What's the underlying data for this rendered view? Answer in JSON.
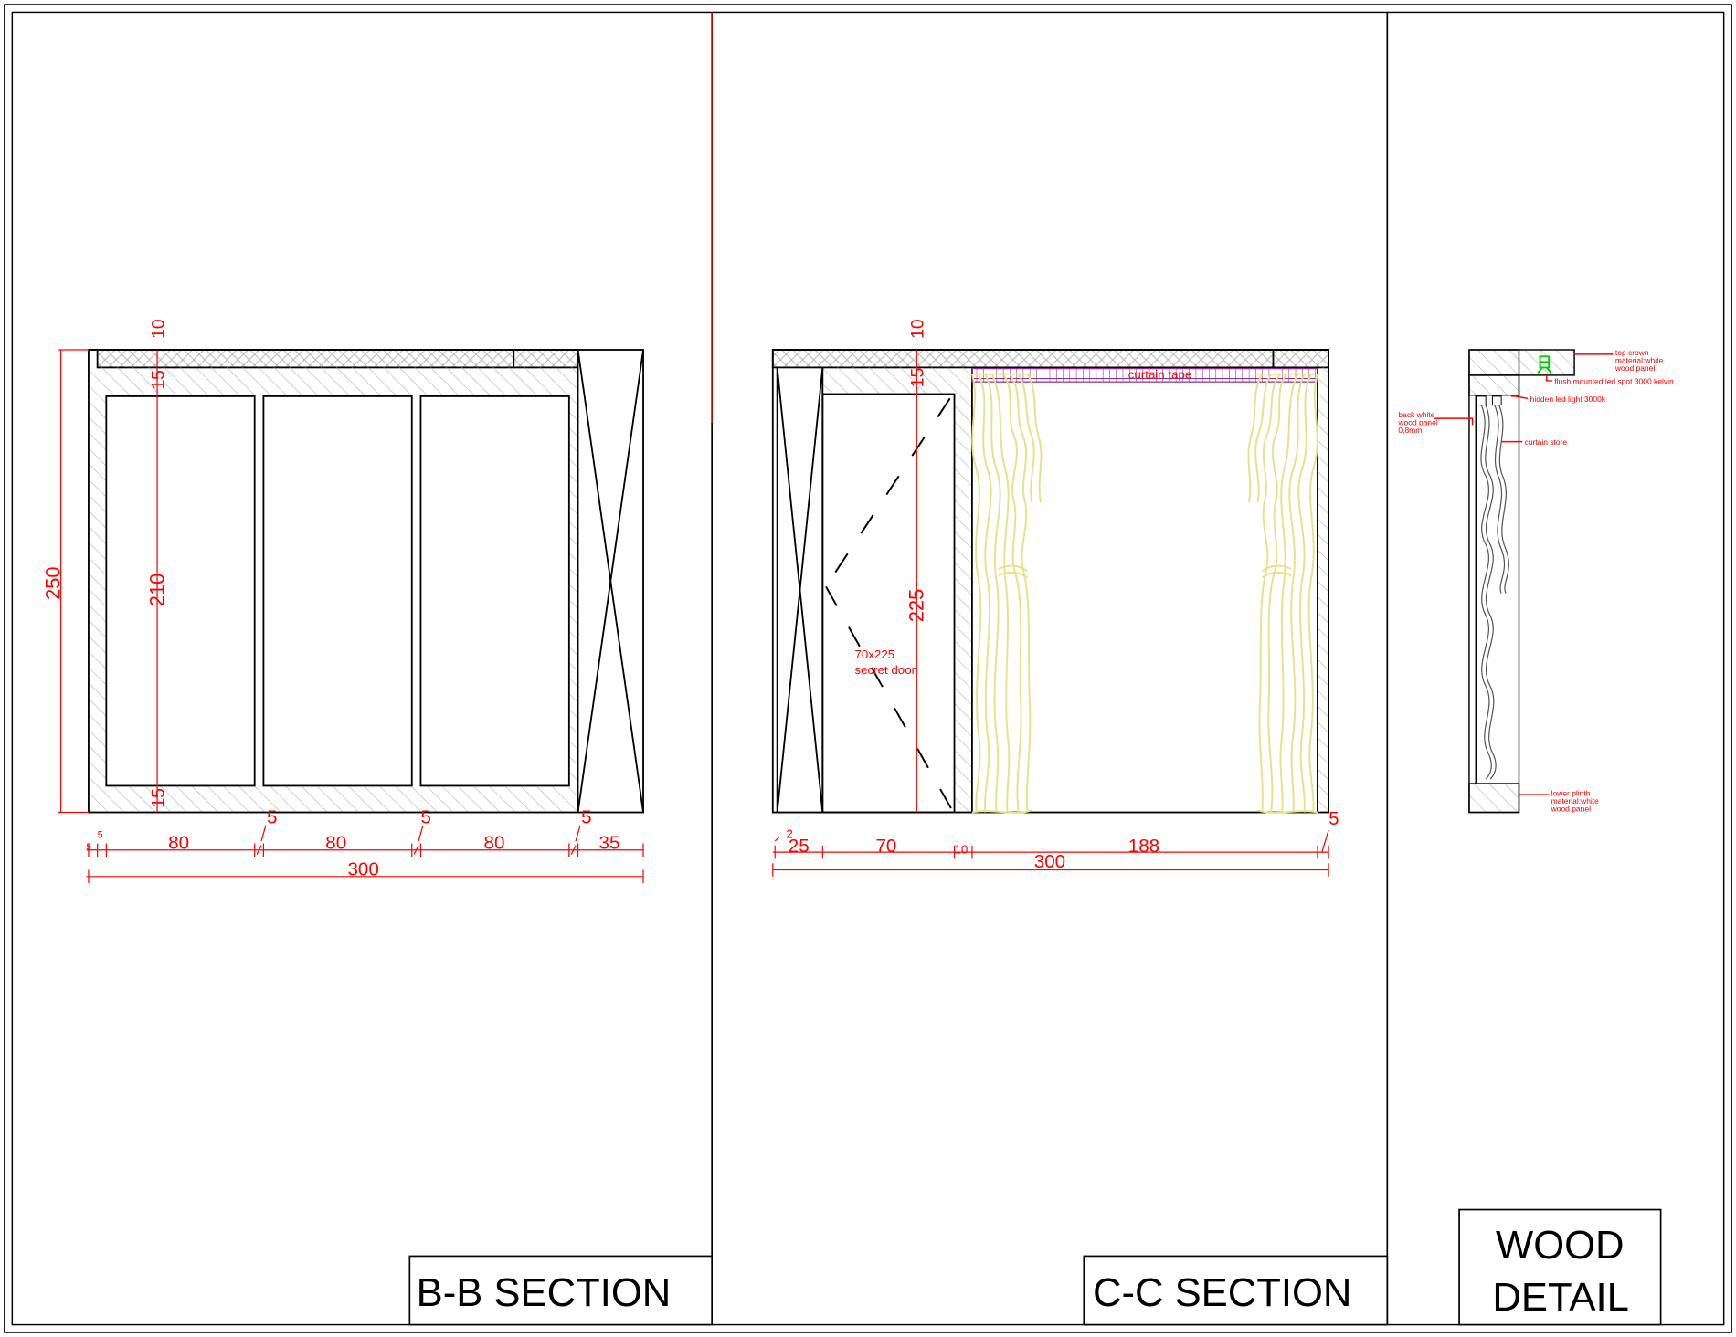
{
  "sheet": {
    "panels": [
      {
        "title": "B-B SECTION",
        "dimensions": {
          "top_beam": "10",
          "top_frame": "15",
          "door_height": "210",
          "bottom_frame": "15",
          "overall_height": "250",
          "start_gap_a": "5",
          "start_gap_b": "5",
          "door_1": "80",
          "gap_1": "5",
          "door_2": "80",
          "gap_2": "5",
          "door_3": "80",
          "gap_3": "5",
          "side_panel": "35",
          "overall_width": "300"
        }
      },
      {
        "title": "C-C SECTION",
        "dimensions": {
          "top_beam": "10",
          "top_frame": "15",
          "door_height": "225",
          "start_gap": "2",
          "side_panel": "25",
          "secret_door_width": "70",
          "gap": "10",
          "curtain_bay": "188",
          "end_gap": "5",
          "overall_width": "300"
        },
        "labels": {
          "curtain_tape": "curtain tape",
          "secret_door_size": "70x225",
          "secret_door": "secret door"
        },
        "curtain_color": "#e3e38a"
      },
      {
        "title_line_1": "WOOD",
        "title_line_2": "DETAIL",
        "notes": {
          "top_crown_1": "top crown",
          "top_crown_2": "material:white",
          "top_crown_3": "wood panel",
          "led_spot": "flush mounted led spot 3000 kelvin",
          "hidden_led": "hidden led light 3000k",
          "back_panel_1": "back white",
          "back_panel_2": "wood panel",
          "back_panel_3": "0,8mm",
          "curtain_store": "curtain store",
          "lower_plinth_1": "lower plinth",
          "lower_plinth_2": "material:white",
          "lower_plinth_3": "wood panel"
        }
      }
    ],
    "colors": {
      "line": "#000000",
      "dimension": "#ff0000",
      "hatch": "#b4b4b4",
      "curtain": "#e3e38a",
      "tape": "#8e2a8e",
      "led": "#00cc00"
    }
  }
}
